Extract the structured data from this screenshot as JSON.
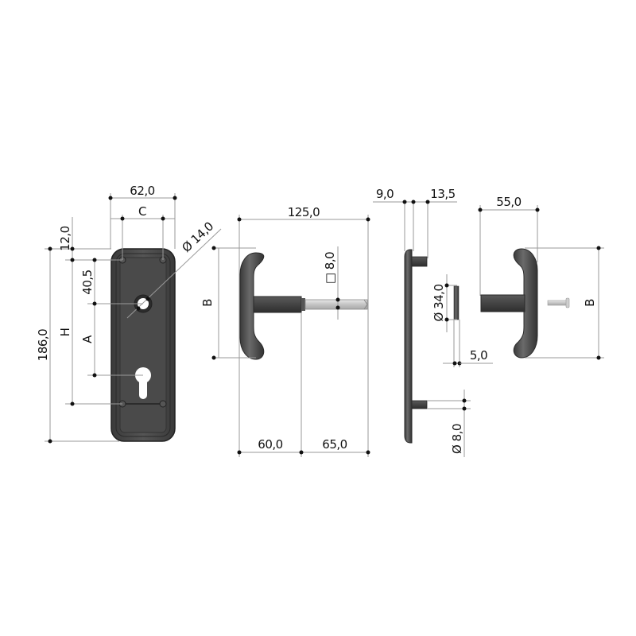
{
  "drawing": {
    "title": "Door handle set technical drawing",
    "colors": {
      "part": "#4a4a4a",
      "part_dark": "#2e2e2e",
      "part_light": "#6a6a6a",
      "spindle": "#cfcfcf",
      "dim_line": "#9a9a9a",
      "dim_dot": "#111111",
      "text": "#111111"
    }
  },
  "front_plate": {
    "width_label": "62,0",
    "c_label": "C",
    "top_offset_label": "12,0",
    "hole_offset_label": "40,5",
    "height_label": "186,0",
    "h_label": "H",
    "a_label": "A",
    "hole_diameter_label": "Ø 14,0"
  },
  "side_handle": {
    "length_label": "125,0",
    "b_label": "B",
    "spindle_label": "□ 8,0",
    "handle_depth_label": "60,0",
    "spindle_length_label": "65,0"
  },
  "plate_profile": {
    "thickness_label": "9,0",
    "boss_label": "13,5",
    "rosette_diameter_label": "Ø 34,0",
    "rosette_thickness_label": "5,0",
    "screw_diameter_label": "Ø 8,0"
  },
  "second_handle": {
    "length_label": "55,0",
    "b_label": "B"
  }
}
